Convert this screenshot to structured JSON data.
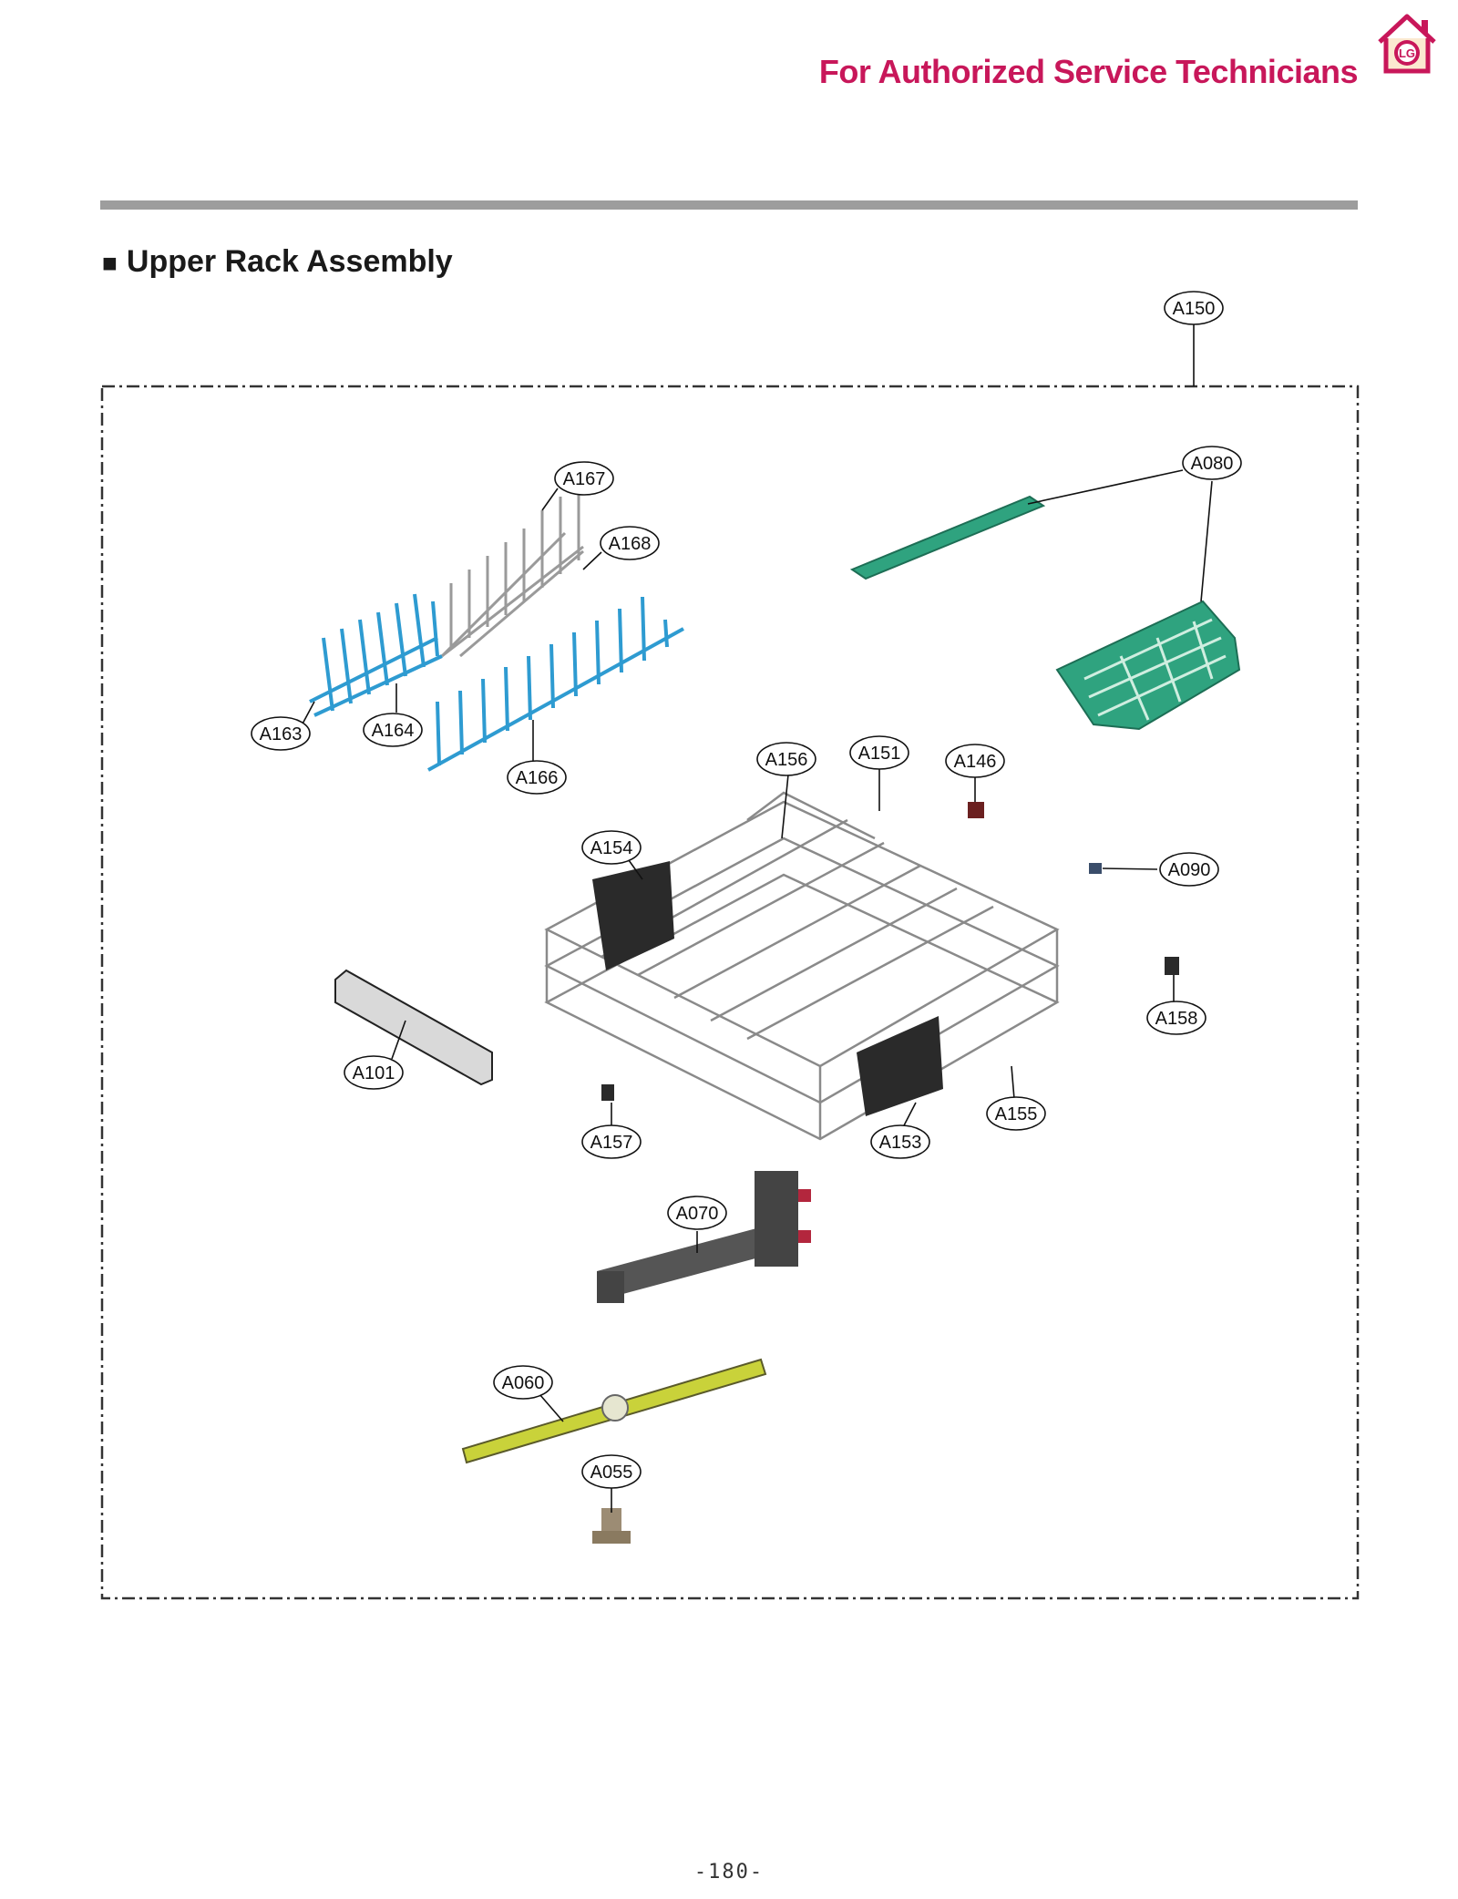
{
  "header": {
    "title": "For Authorized Service Technicians",
    "brand_color": "#c8175a",
    "logo_text": "LG"
  },
  "section": {
    "bullet": "■",
    "title": "Upper Rack Assembly"
  },
  "callouts": {
    "A150": "A150",
    "A080": "A080",
    "A167": "A167",
    "A168": "A168",
    "A163": "A163",
    "A164": "A164",
    "A166": "A166",
    "A156": "A156",
    "A151": "A151",
    "A146": "A146",
    "A154": "A154",
    "A090": "A090",
    "A158": "A158",
    "A101": "A101",
    "A157": "A157",
    "A153": "A153",
    "A155": "A155",
    "A070": "A070",
    "A060": "A060",
    "A055": "A055"
  },
  "colors": {
    "blue_tine": "#2e9bd1",
    "green_part": "#2fa37f",
    "yellow_arm": "#c9d23a",
    "wire": "#8a8a8a",
    "dark_part": "#2a2a2a"
  },
  "page_number": "-180-"
}
